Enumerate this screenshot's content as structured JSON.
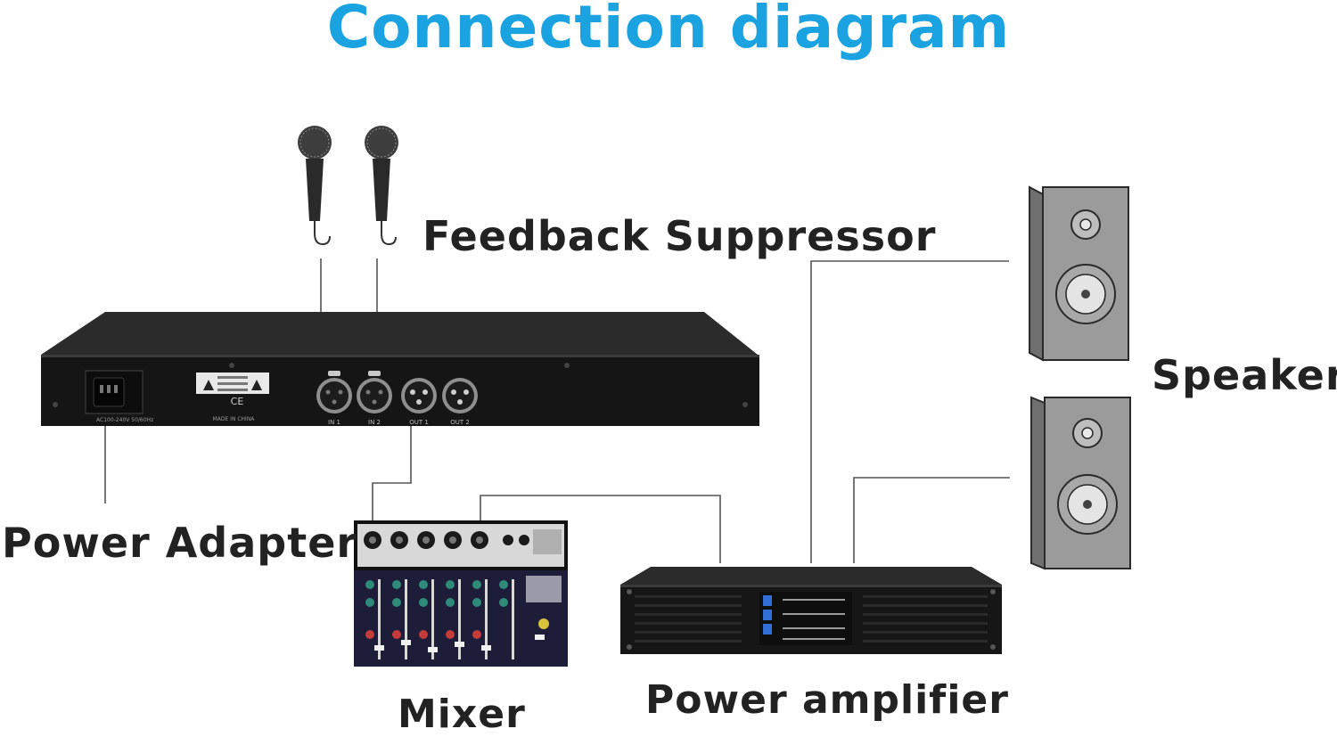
{
  "title": "Connection diagram",
  "labels": {
    "feedback_suppressor": "Feedback Suppressor",
    "speaker": "Speaker",
    "power_adapter": "Power Adapter",
    "mixer": "Mixer",
    "power_amplifier": "Power amplifier"
  },
  "panel_text": {
    "in1": "IN 1",
    "in2": "IN 2",
    "out1": "OUT 1",
    "out2": "OUT 2",
    "made_in": "MADE IN CHINA",
    "power_spec": "AC100-240V 50/60Hz"
  },
  "colors": {
    "title": "#1aa3e0",
    "label": "#222222",
    "device_body": "#151515",
    "speaker_body": "#9b9b9b",
    "cable": "#555555"
  }
}
